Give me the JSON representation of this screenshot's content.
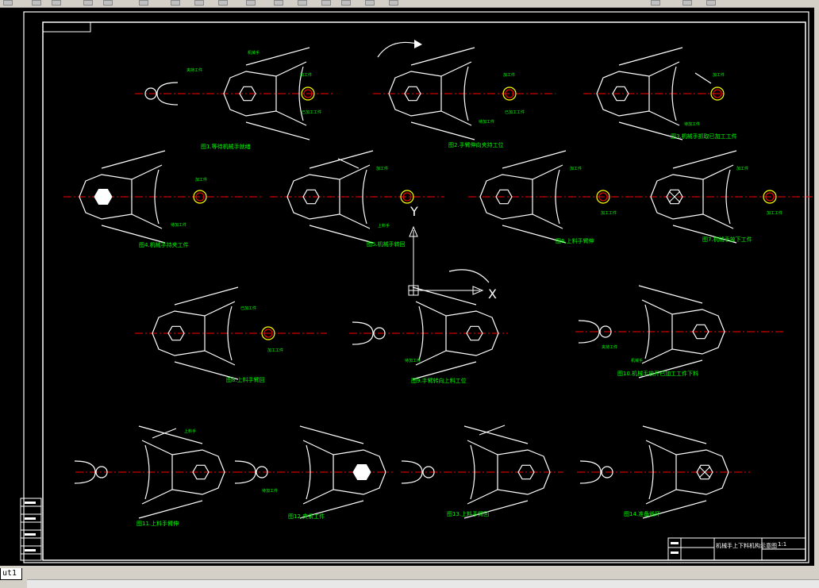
{
  "window": {
    "layout_tab": "ut1"
  },
  "colors": {
    "background": "#000000",
    "geometry": "#ffffff",
    "centerline": "#ff0000",
    "annotation": "#00ff00",
    "chrome": "#d4d0c8"
  },
  "icons": [
    "ucs-icon"
  ],
  "ucs": {
    "x_label": "X",
    "y_label": "Y"
  },
  "title_block": {
    "drawing_title": "机械手上下料机构示意图",
    "scale": "1:1"
  },
  "figures": [
    {
      "id": 1,
      "caption": "图1.等待机械手就绪"
    },
    {
      "id": 2,
      "caption": "图2.手臂伸向夹持工位"
    },
    {
      "id": 3,
      "caption": "图3.机械手抓取已加工工件"
    },
    {
      "id": 4,
      "caption": "图4.机械手持夹工件"
    },
    {
      "id": 5,
      "caption": "图5.机械手转回"
    },
    {
      "id": 6,
      "caption": "图6.上料手臂伸"
    },
    {
      "id": 7,
      "caption": "图7.机械手放下工件"
    },
    {
      "id": 8,
      "caption": "图8.上料手臂回"
    },
    {
      "id": 9,
      "caption": "图9.手臂转向上料工位"
    },
    {
      "id": 10,
      "caption": "图10.机械手放开已加工工件下料"
    },
    {
      "id": 11,
      "caption": "图11.上料手臂伸"
    },
    {
      "id": 12,
      "caption": "图12.夹紧工件"
    },
    {
      "id": 13,
      "caption": "图13.上料手臂回"
    },
    {
      "id": 14,
      "caption": "图14.准备循环"
    }
  ],
  "annotations": {
    "a1": "机械手",
    "a2": "夹持工件",
    "a3": "已加工工件",
    "a4": "加工件",
    "a5": "待加工件",
    "a6": "加工工件",
    "a7": "已加工件",
    "a8": "上料手"
  }
}
